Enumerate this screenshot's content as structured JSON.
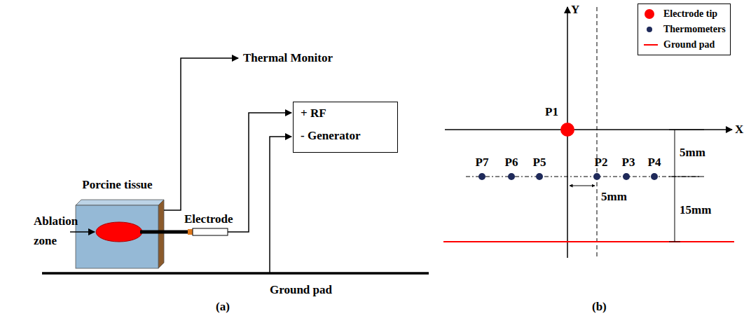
{
  "diagram": {
    "nodes": [
      {
        "text": [
          "Porcine tissue"
        ]
      },
      {
        "text": [
          "+ RF",
          "- Generator"
        ]
      }
    ],
    "labels": [
      "Thermal Monitor",
      "Ablation zone",
      "Electrode",
      "Ground pad",
      "(a)",
      "Y",
      "X",
      "P1",
      "P7",
      "P6",
      "P5",
      "P2",
      "P3",
      "P4",
      "5mm",
      "15mm",
      "5mm",
      "(b)"
    ],
    "legend": [
      {
        "text": "Electrode tip",
        "color": "#ff0000"
      },
      {
        "text": "Thermometers",
        "color": "#1f2a5a"
      },
      {
        "text": "Ground pad"
      }
    ]
  }
}
